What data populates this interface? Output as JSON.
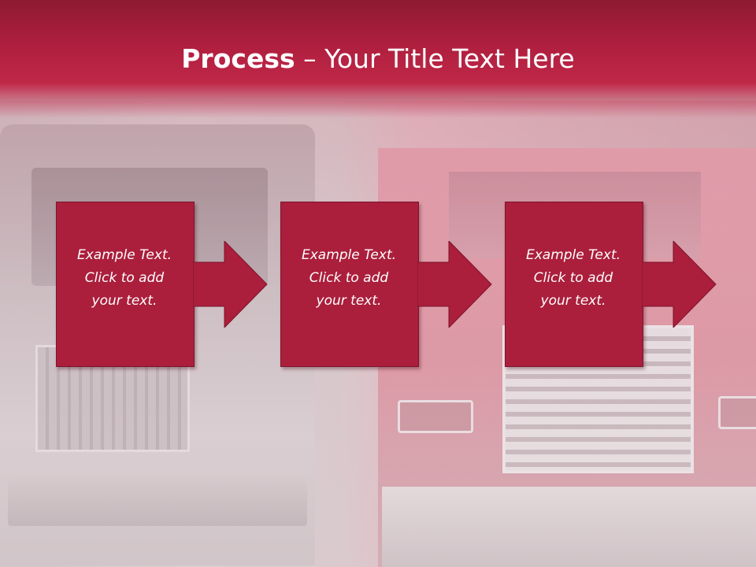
{
  "slide": {
    "title_bold": "Process",
    "title_rest": " – Your Title Text Here"
  },
  "steps": [
    {
      "line1": "Example Text.",
      "line2": "Click  to add",
      "line3": "your text."
    },
    {
      "line1": "Example Text.",
      "line2": "Click  to add",
      "line3": "your text."
    },
    {
      "line1": "Example Text.",
      "line2": "Click  to add",
      "line3": "your text."
    }
  ],
  "colors": {
    "accent": "#ab1f3c",
    "title_band": "#b01f3f",
    "text": "#ffffff"
  },
  "icons": [
    "arrow-right-icon"
  ]
}
